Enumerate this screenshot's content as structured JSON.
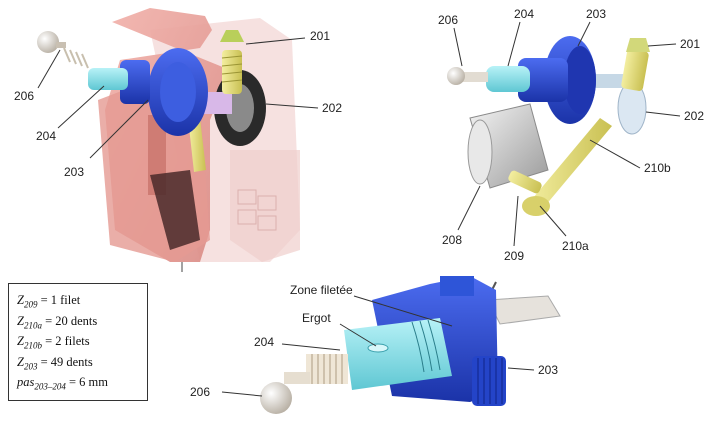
{
  "labels": {
    "top_left": {
      "l201": "201",
      "l202": "202",
      "l203": "203",
      "l204": "204",
      "l206": "206"
    },
    "top_right": {
      "l206": "206",
      "l204": "204",
      "l203": "203",
      "l201": "201",
      "l202": "202",
      "l210b": "210b",
      "l208": "208",
      "l209": "209",
      "l210a": "210a"
    },
    "bottom": {
      "zone": "Zone filetée",
      "ergot": "Ergot",
      "l204": "204",
      "l206": "206",
      "l203": "203"
    }
  },
  "legend": [
    {
      "var": "Z",
      "sub": "209",
      "value": "= 1 filet"
    },
    {
      "var": "Z",
      "sub": "210a",
      "value": "= 20 dents"
    },
    {
      "var": "Z",
      "sub": "210b",
      "value": "= 2 filets"
    },
    {
      "var": "Z",
      "sub": "203",
      "value": "= 49 dents"
    },
    {
      "var": "pas",
      "sub": "203–204",
      "value": "= 6 mm"
    }
  ],
  "colors": {
    "housing": "#e8a09a",
    "gear_blue": "#2b4fd8",
    "shaft_cyan": "#8fe3ec",
    "screw_yellow": "#e8e07a",
    "metal": "#bfbfbf"
  }
}
